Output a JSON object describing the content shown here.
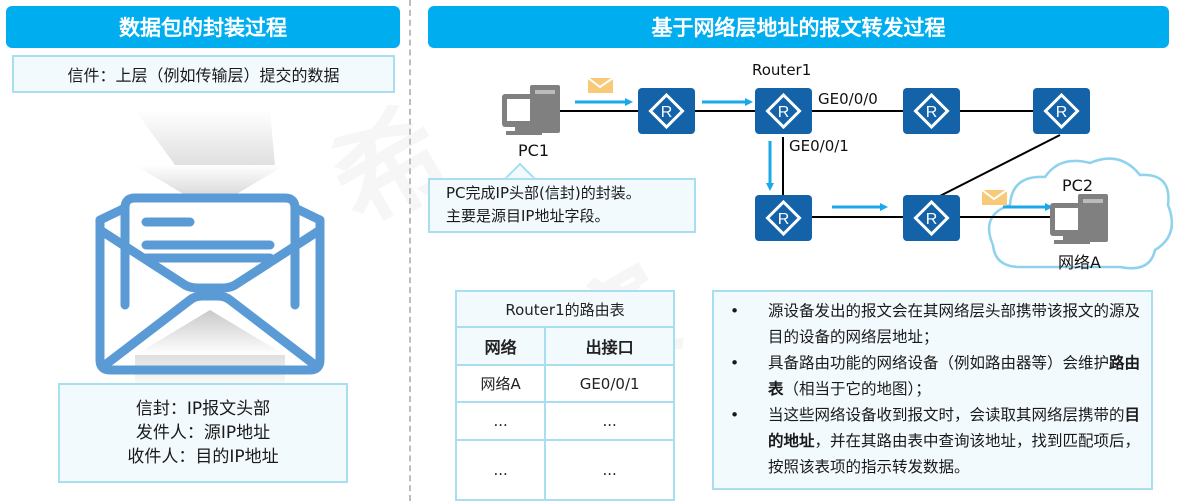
{
  "left_panel": {
    "title": "数据包的封装过程",
    "letter_label": "信件：上层（例如传输层）提交的数据",
    "envelope_icon": "open-envelope-icon",
    "envelope_lines": [
      "信封：IP报文头部",
      "发件人：源IP地址",
      "收件人：目的IP地址"
    ]
  },
  "right_panel": {
    "title": "基于网络层地址的报文转发过程",
    "topology": {
      "pc1_label": "PC1",
      "pc2_label": "PC2",
      "router1_label": "Router1",
      "if_ge000": "GE0/0/0",
      "if_ge001": "GE0/0/1",
      "network_label": "网络A",
      "router_icon_glyph": "R"
    },
    "callout": [
      "PC完成IP头部(信封)的封装。",
      "主要是源目IP地址字段。"
    ],
    "routing_table": {
      "caption": "Router1的路由表",
      "headers": [
        "网络",
        "出接口"
      ],
      "rows": [
        [
          "网络A",
          "GE0/0/1"
        ],
        [
          "...",
          "..."
        ],
        [
          "...",
          "..."
        ]
      ]
    },
    "bullets": [
      {
        "pre": "源设备发出的报文会在其网络层头部携带该报文的源及目的设备的网络层地址；",
        "bold": "",
        "post": ""
      },
      {
        "pre": "具备路由功能的网络设备（例如路由器等）会维护",
        "bold": "路由表",
        "post": "（相当于它的地图）；"
      },
      {
        "pre": "当这些网络设备收到报文时，会读取其网络层携带的",
        "bold": "目的地址",
        "post": "，并在其路由表中查询该地址，找到匹配项后，按照该表项的指示转发数据。"
      }
    ]
  },
  "colors": {
    "banner": "#00aeef",
    "router": "#1462a8",
    "arrow": "#1aa8e8",
    "envelope": "#f9c97a",
    "box_border": "#a9ddf0",
    "cloud": "#8fd2ee"
  }
}
